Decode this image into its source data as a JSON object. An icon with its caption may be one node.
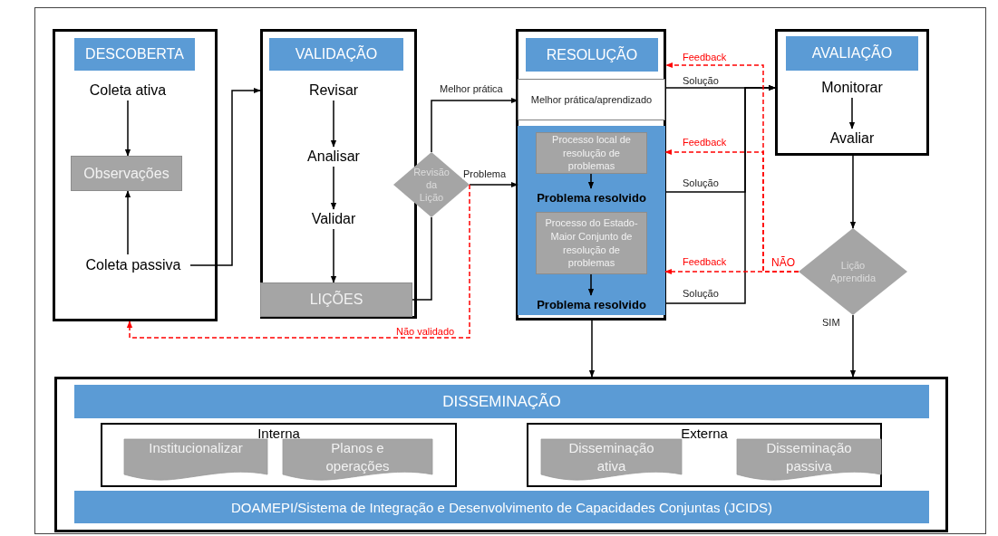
{
  "diagram": {
    "nodes": [
      {
        "text": [
          "DESCOBERTA"
        ]
      },
      {
        "text": [
          "Coleta ativa"
        ],
        "in": 0
      },
      {
        "text": [
          "Observações"
        ],
        "in": 0
      },
      {
        "text": [
          "Coleta passiva"
        ],
        "in": 0
      },
      {
        "text": [
          "VALIDAÇÃO"
        ]
      },
      {
        "text": [
          "Revisar"
        ],
        "in": 4
      },
      {
        "text": [
          "Analisar"
        ],
        "in": 4
      },
      {
        "text": [
          "Validar"
        ],
        "in": 4
      },
      {
        "text": [
          "LIÇÕES"
        ],
        "in": 4
      },
      {
        "text": [
          "Revisão da Lição"
        ]
      },
      {
        "text": [
          "RESOLUÇÃO"
        ]
      },
      {
        "text": [
          "Melhor prática/aprendizado"
        ],
        "in": 10
      },
      {
        "text": [],
        "shape": "box",
        "in": 10
      },
      {
        "text": [
          "Processo local de resolução de problemas"
        ],
        "in": 12
      },
      {
        "text": [
          "Problema resolvido"
        ],
        "in": 12
      },
      {
        "text": [
          "Processo do Estado-Maior Conjunto de resolução de problemas"
        ],
        "in": 12
      },
      {
        "text": [
          "Problema resolvido"
        ],
        "in": 12
      },
      {
        "text": [
          "AVALIAÇÃO"
        ]
      },
      {
        "text": [
          "Monitorar"
        ],
        "in": 17
      },
      {
        "text": [
          "Avaliar"
        ],
        "in": 17
      },
      {
        "text": [
          "Lição Aprendida"
        ]
      },
      {
        "text": [],
        "shape": "box"
      },
      {
        "text": [
          "DISSEMINAÇÃO"
        ],
        "in": 21
      },
      {
        "text": [
          "Interna"
        ],
        "in": 21
      },
      {
        "text": [
          "Institucionalizar"
        ],
        "in": 23
      },
      {
        "text": [
          "Planos e operações"
        ],
        "in": 23
      },
      {
        "text": [
          "Externa"
        ],
        "in": 21
      },
      {
        "text": [
          "Disseminação ativa"
        ],
        "in": 26
      },
      {
        "text": [
          "Disseminação passiva"
        ],
        "in": 26
      },
      {
        "text": [
          "DOAMEPI/Sistema de Integração e Desenvolvimento de Capacidades Conjuntas (JCIDS)"
        ],
        "in": 21
      }
    ],
    "edges": [
      {
        "from": 1,
        "to": 2,
        "arrow": "to"
      },
      {
        "from": 3,
        "to": 2,
        "arrow": "to"
      },
      {
        "from": 3,
        "to": 4,
        "arrow": "to"
      },
      {
        "from": 5,
        "to": 6,
        "arrow": "to"
      },
      {
        "from": 6,
        "to": 7,
        "arrow": "to"
      },
      {
        "from": 7,
        "to": 8,
        "arrow": "to"
      },
      {
        "from": 8,
        "to": 9,
        "arrow": "none"
      },
      {
        "from": 9,
        "to": 11,
        "arrow": "to",
        "label": "Melhor prática"
      },
      {
        "from": 9,
        "to": 12,
        "arrow": "to",
        "label": "Problema"
      },
      {
        "from": 9,
        "to": 0,
        "arrow": "to",
        "label": "Não validado",
        "style": "dashed",
        "color": "#ff0000"
      },
      {
        "from": 13,
        "to": 14,
        "arrow": "to"
      },
      {
        "from": 15,
        "to": 16,
        "arrow": "to"
      },
      {
        "from": 11,
        "to": 17,
        "arrow": "to",
        "label": "Solução"
      },
      {
        "from": 12,
        "to": 17,
        "arrow": "to",
        "label": "Solução"
      },
      {
        "from": 12,
        "to": 17,
        "arrow": "to",
        "label": "Solução"
      },
      {
        "from": 20,
        "to": 10,
        "arrow": "to",
        "label": "Feedback",
        "style": "dashed",
        "color": "#ff0000"
      },
      {
        "from": 20,
        "to": 12,
        "arrow": "to",
        "label": "Feedback",
        "style": "dashed",
        "color": "#ff0000"
      },
      {
        "from": 20,
        "to": 12,
        "arrow": "to",
        "label": "Feedback",
        "style": "dashed",
        "color": "#ff0000"
      },
      {
        "from": 10,
        "to": 21,
        "arrow": "to"
      },
      {
        "from": 17,
        "to": 20,
        "arrow": "to"
      },
      {
        "from": 20,
        "to": 21,
        "arrow": "to",
        "label": "SIM"
      },
      {
        "from": 18,
        "to": 19,
        "arrow": "to"
      }
    ],
    "labels": [
      "NÃO"
    ]
  }
}
